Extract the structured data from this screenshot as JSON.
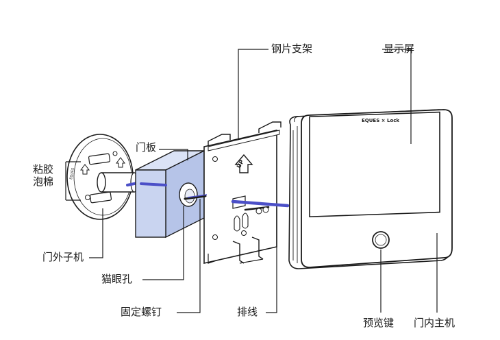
{
  "labels": {
    "steel_bracket": "钢片支架",
    "display_screen": "显示屏",
    "door_panel": "门板",
    "adhesive_foam": "粘胶泡棉",
    "outdoor_unit": "门外子机",
    "peephole": "猫眼孔",
    "fixing_screw": "固定螺钉",
    "cable": "排线",
    "preview_key": "预览键",
    "indoor_main_unit": "门内主机"
  },
  "bracket_mark": "UP",
  "device_logo": "EQUES × Lock",
  "outdoor_unit_mark": "EQUES",
  "colors": {
    "door_fill": "#c9d4f0",
    "cable": "#4b4fc7",
    "line": "#1a1a1a",
    "screen": "#ffffff"
  }
}
